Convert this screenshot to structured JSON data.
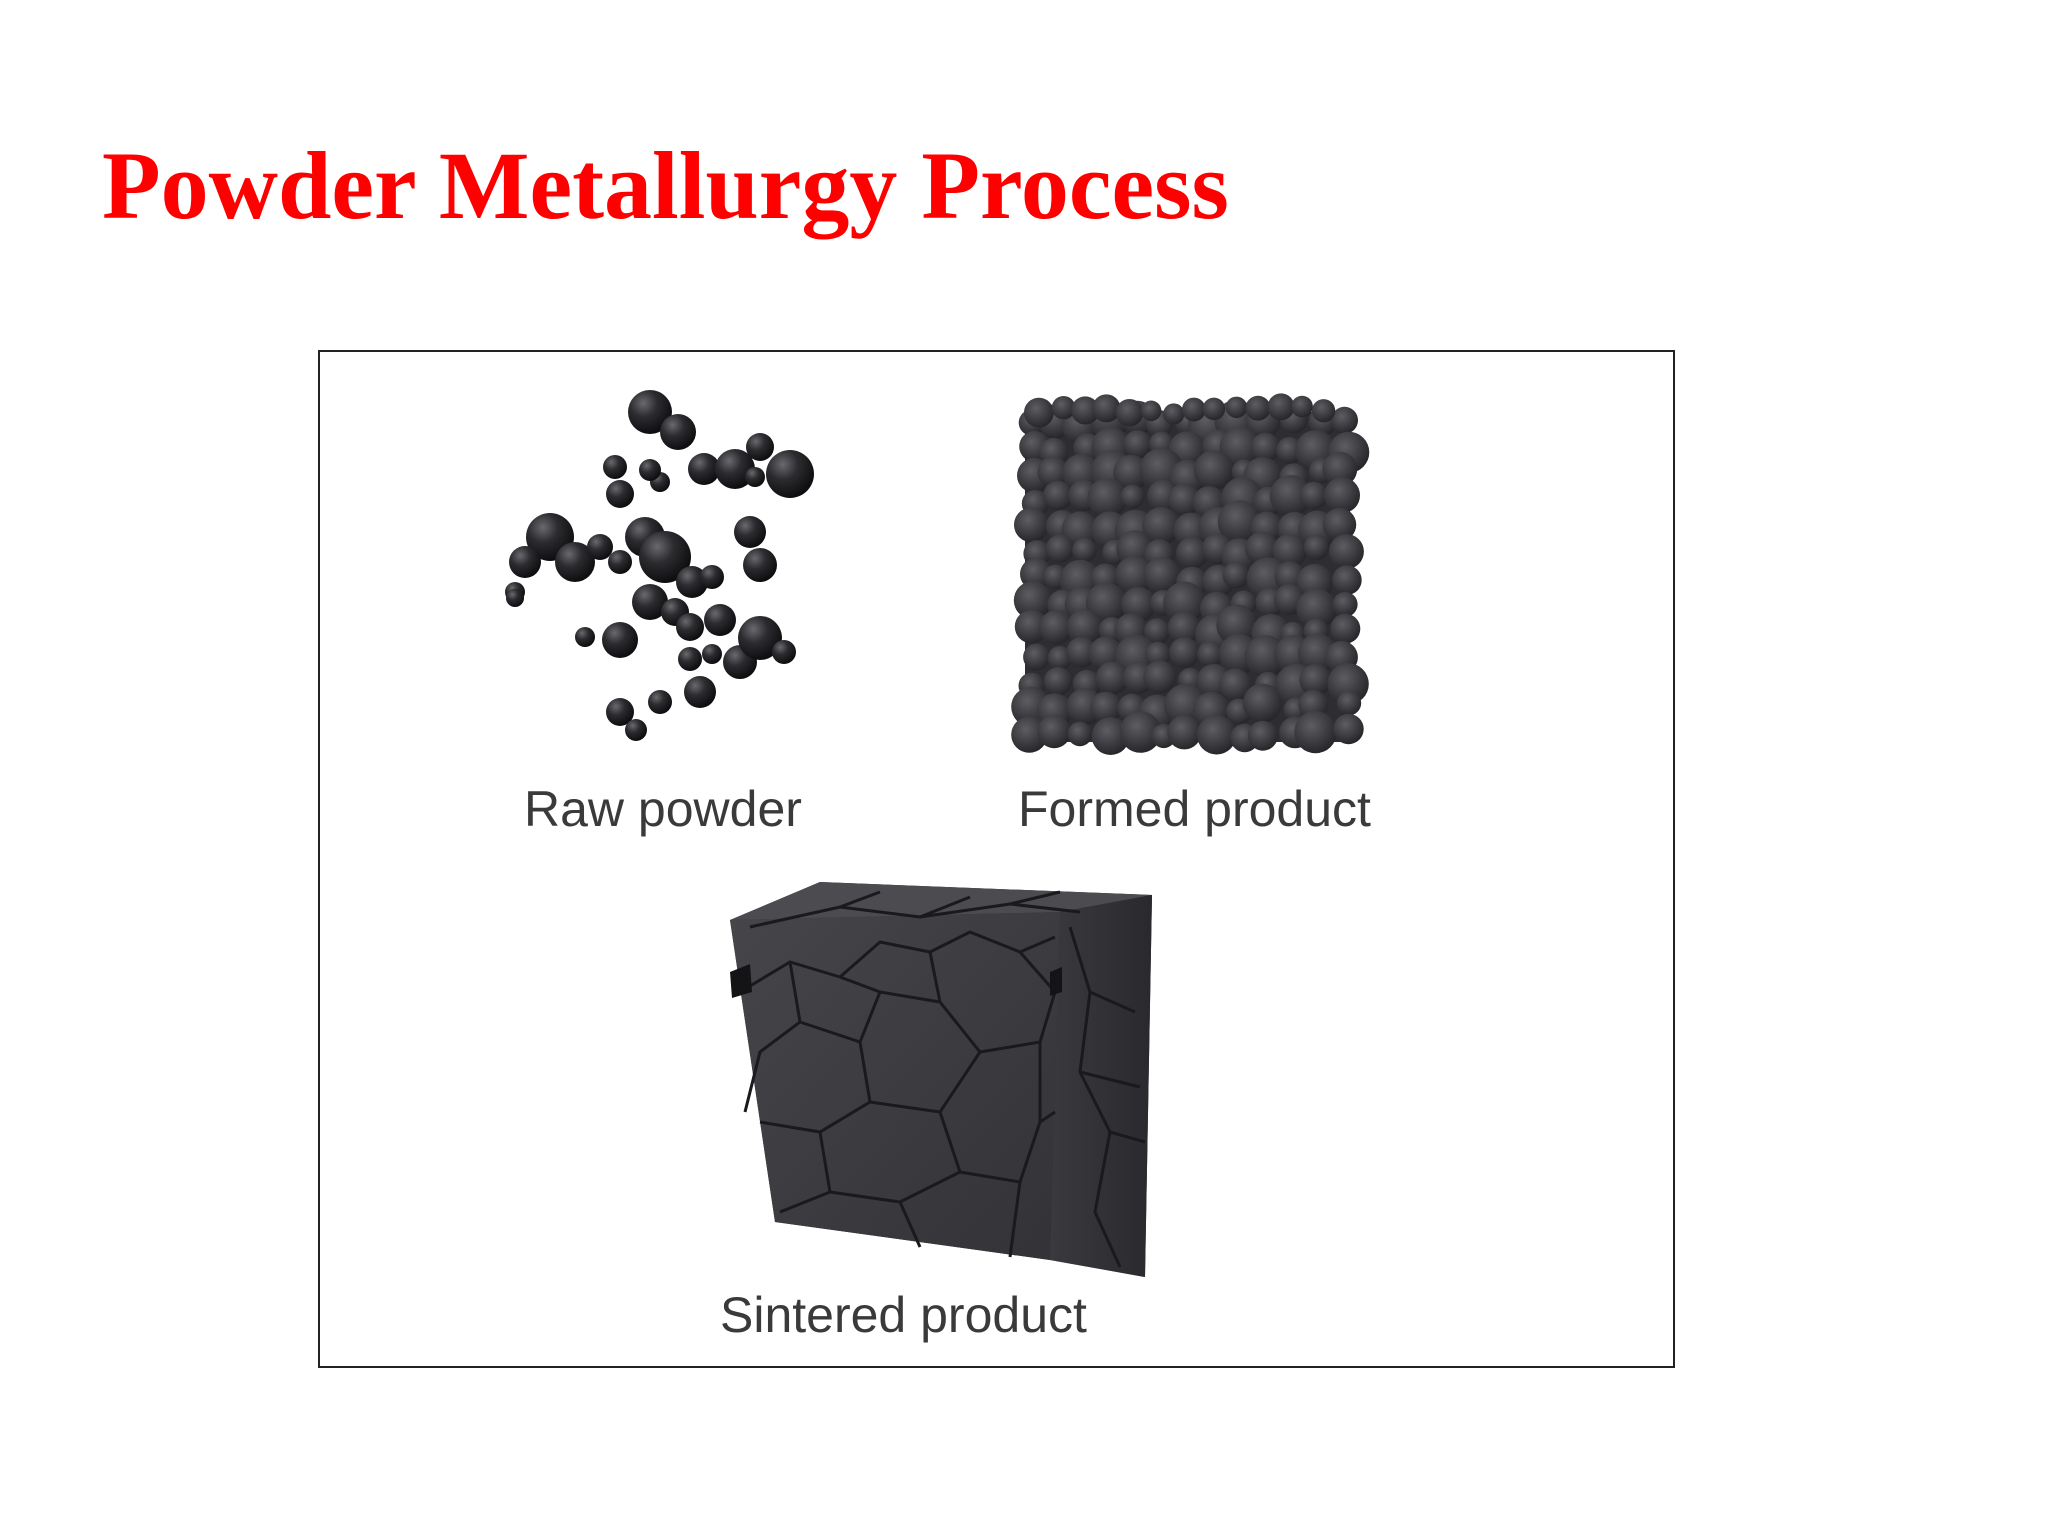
{
  "slide": {
    "title": "Powder Metallurgy Process",
    "title_color": "#ff0000"
  },
  "figure": {
    "stages": [
      {
        "label": "Raw powder"
      },
      {
        "label": "Formed product"
      },
      {
        "label": "Sintered product"
      }
    ]
  },
  "colors": {
    "particle": "#1a1a1c",
    "cube_face": "#3e3e42",
    "cube_top": "#4a4a4e",
    "grain_line": "#1e1e20",
    "caption": "#3a3a3a",
    "frame_border": "#222222"
  }
}
